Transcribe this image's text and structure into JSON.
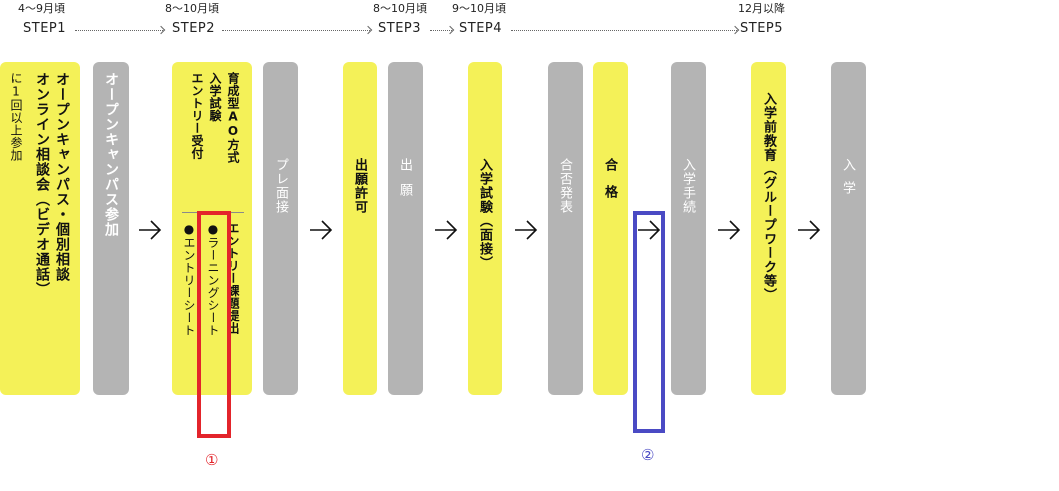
{
  "header": {
    "periods": [
      "4〜9月頃",
      "8〜10月頃",
      "8〜10月頃",
      "9〜10月頃",
      "12月以降"
    ],
    "steps": [
      "STEP1",
      "STEP2",
      "STEP3",
      "STEP4",
      "STEP5"
    ]
  },
  "boxes": {
    "step1_note": "に1回以上参加",
    "step1_line1": "オープンキャンパス・個別相談",
    "step1_line2": "オンライン相談会（ビデオ通話）",
    "open_campus": "オープンキャンパス参加",
    "step2_line1": "育成型AO方式",
    "step2_line2": "入学試験",
    "step2_line3": "エントリー受付",
    "step2_task": "エントリー課題提出",
    "step2_bullet1": "●ラーニングシート",
    "step2_bullet2": "●エントリーシート",
    "pre_interview": "プレ面接",
    "permission": "出願許可",
    "application": "出願",
    "exam": "入学試験（面接）",
    "announcement": "合否発表",
    "pass": "合格",
    "procedure": "入学手続",
    "pre_education": "入学前教育（グループワーク等）",
    "enrollment": "入学"
  },
  "callouts": {
    "mark1": "①",
    "mark2": "②"
  },
  "colors": {
    "yellow": "#f4f158",
    "gray": "#b4b4b4",
    "red": "#e3242b",
    "blue": "#4a4ac4"
  }
}
